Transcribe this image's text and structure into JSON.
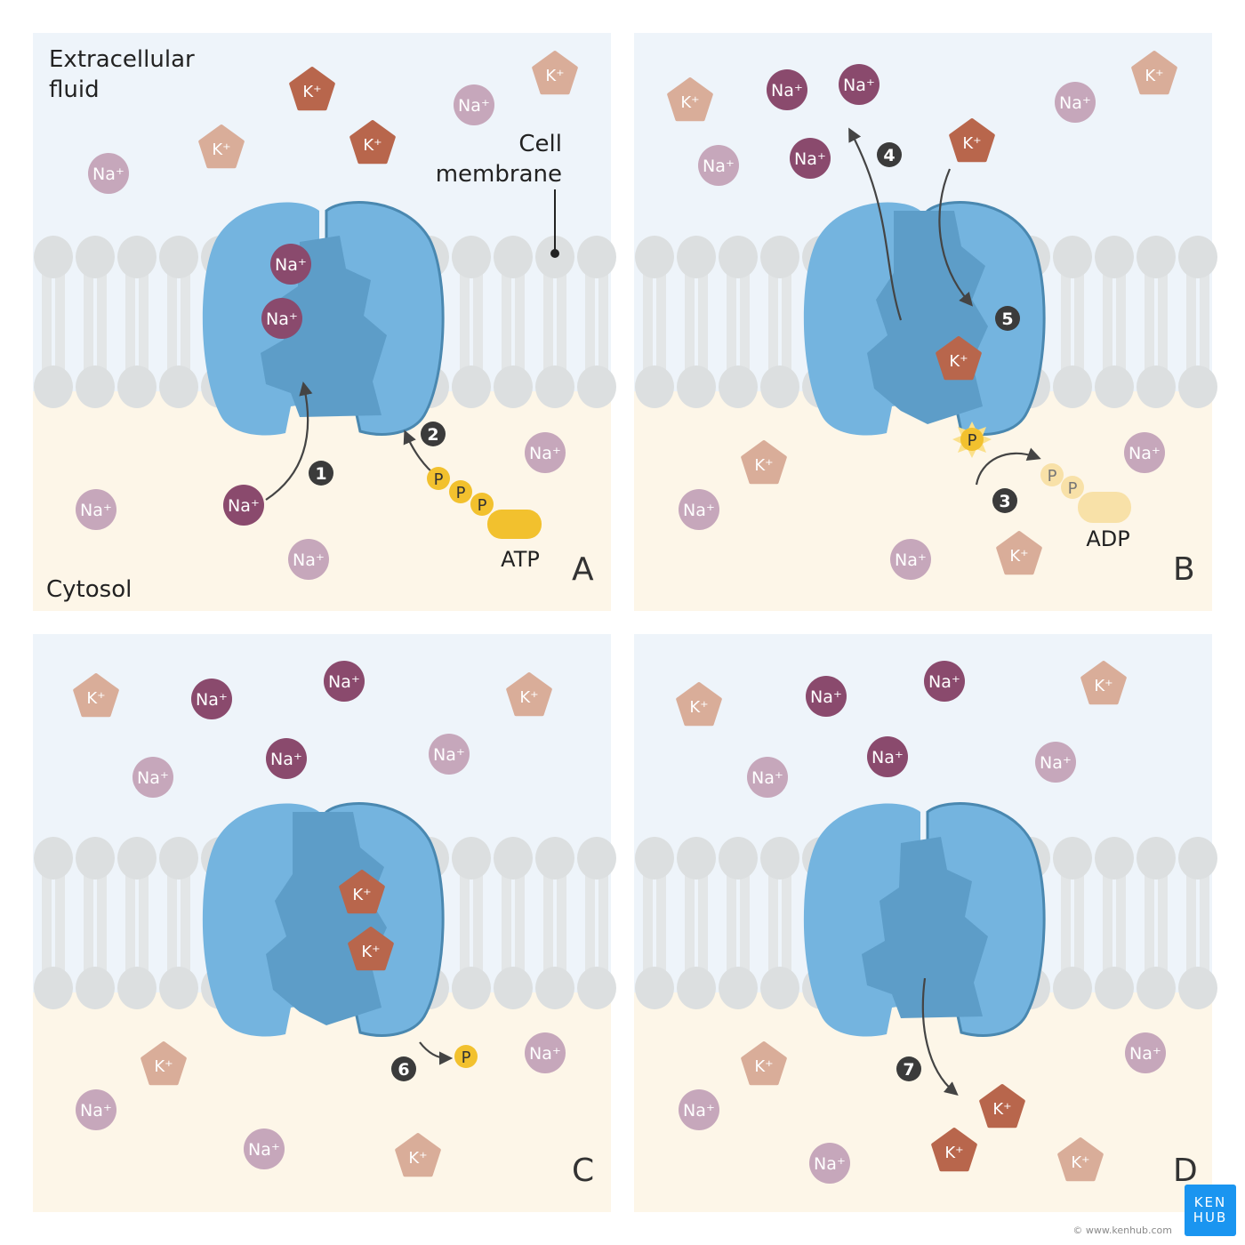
{
  "labels": {
    "extracellular_line1": "Extracellular",
    "extracellular_line2": "fluid",
    "cell_membrane_line1": "Cell",
    "cell_membrane_line2": "membrane",
    "cytosol": "Cytosol",
    "atp": "ATP",
    "adp": "ADP",
    "phosphate": "P"
  },
  "ion_labels": {
    "na": "Na⁺",
    "k": "K⁺"
  },
  "panels": [
    {
      "letter": "A",
      "steps": [
        "1",
        "2"
      ]
    },
    {
      "letter": "B",
      "steps": [
        "3",
        "4",
        "5"
      ]
    },
    {
      "letter": "C",
      "steps": [
        "6"
      ]
    },
    {
      "letter": "D",
      "steps": [
        "7"
      ]
    }
  ],
  "logo": {
    "line1": "KEN",
    "line2": "HUB"
  },
  "copyright": "© www.kenhub.com",
  "colors": {
    "extracellular": "#eef4fa",
    "cytosol": "#fdf6e8",
    "lipid": "#dcdfe0",
    "protein": "#74b4df",
    "protein_dark": "#5d9dc8",
    "protein_edge": "#4a88b0",
    "na_dark": "#8a4a6d",
    "na_light": "#c6a7bb",
    "k_dark": "#b8664c",
    "k_light": "#d9ad99",
    "phosphate": "#f2c12e",
    "phosphate_pale": "#f8e1a8",
    "badge": "#3b3b3b",
    "text": "#222222",
    "brand": "#1a95f0"
  }
}
